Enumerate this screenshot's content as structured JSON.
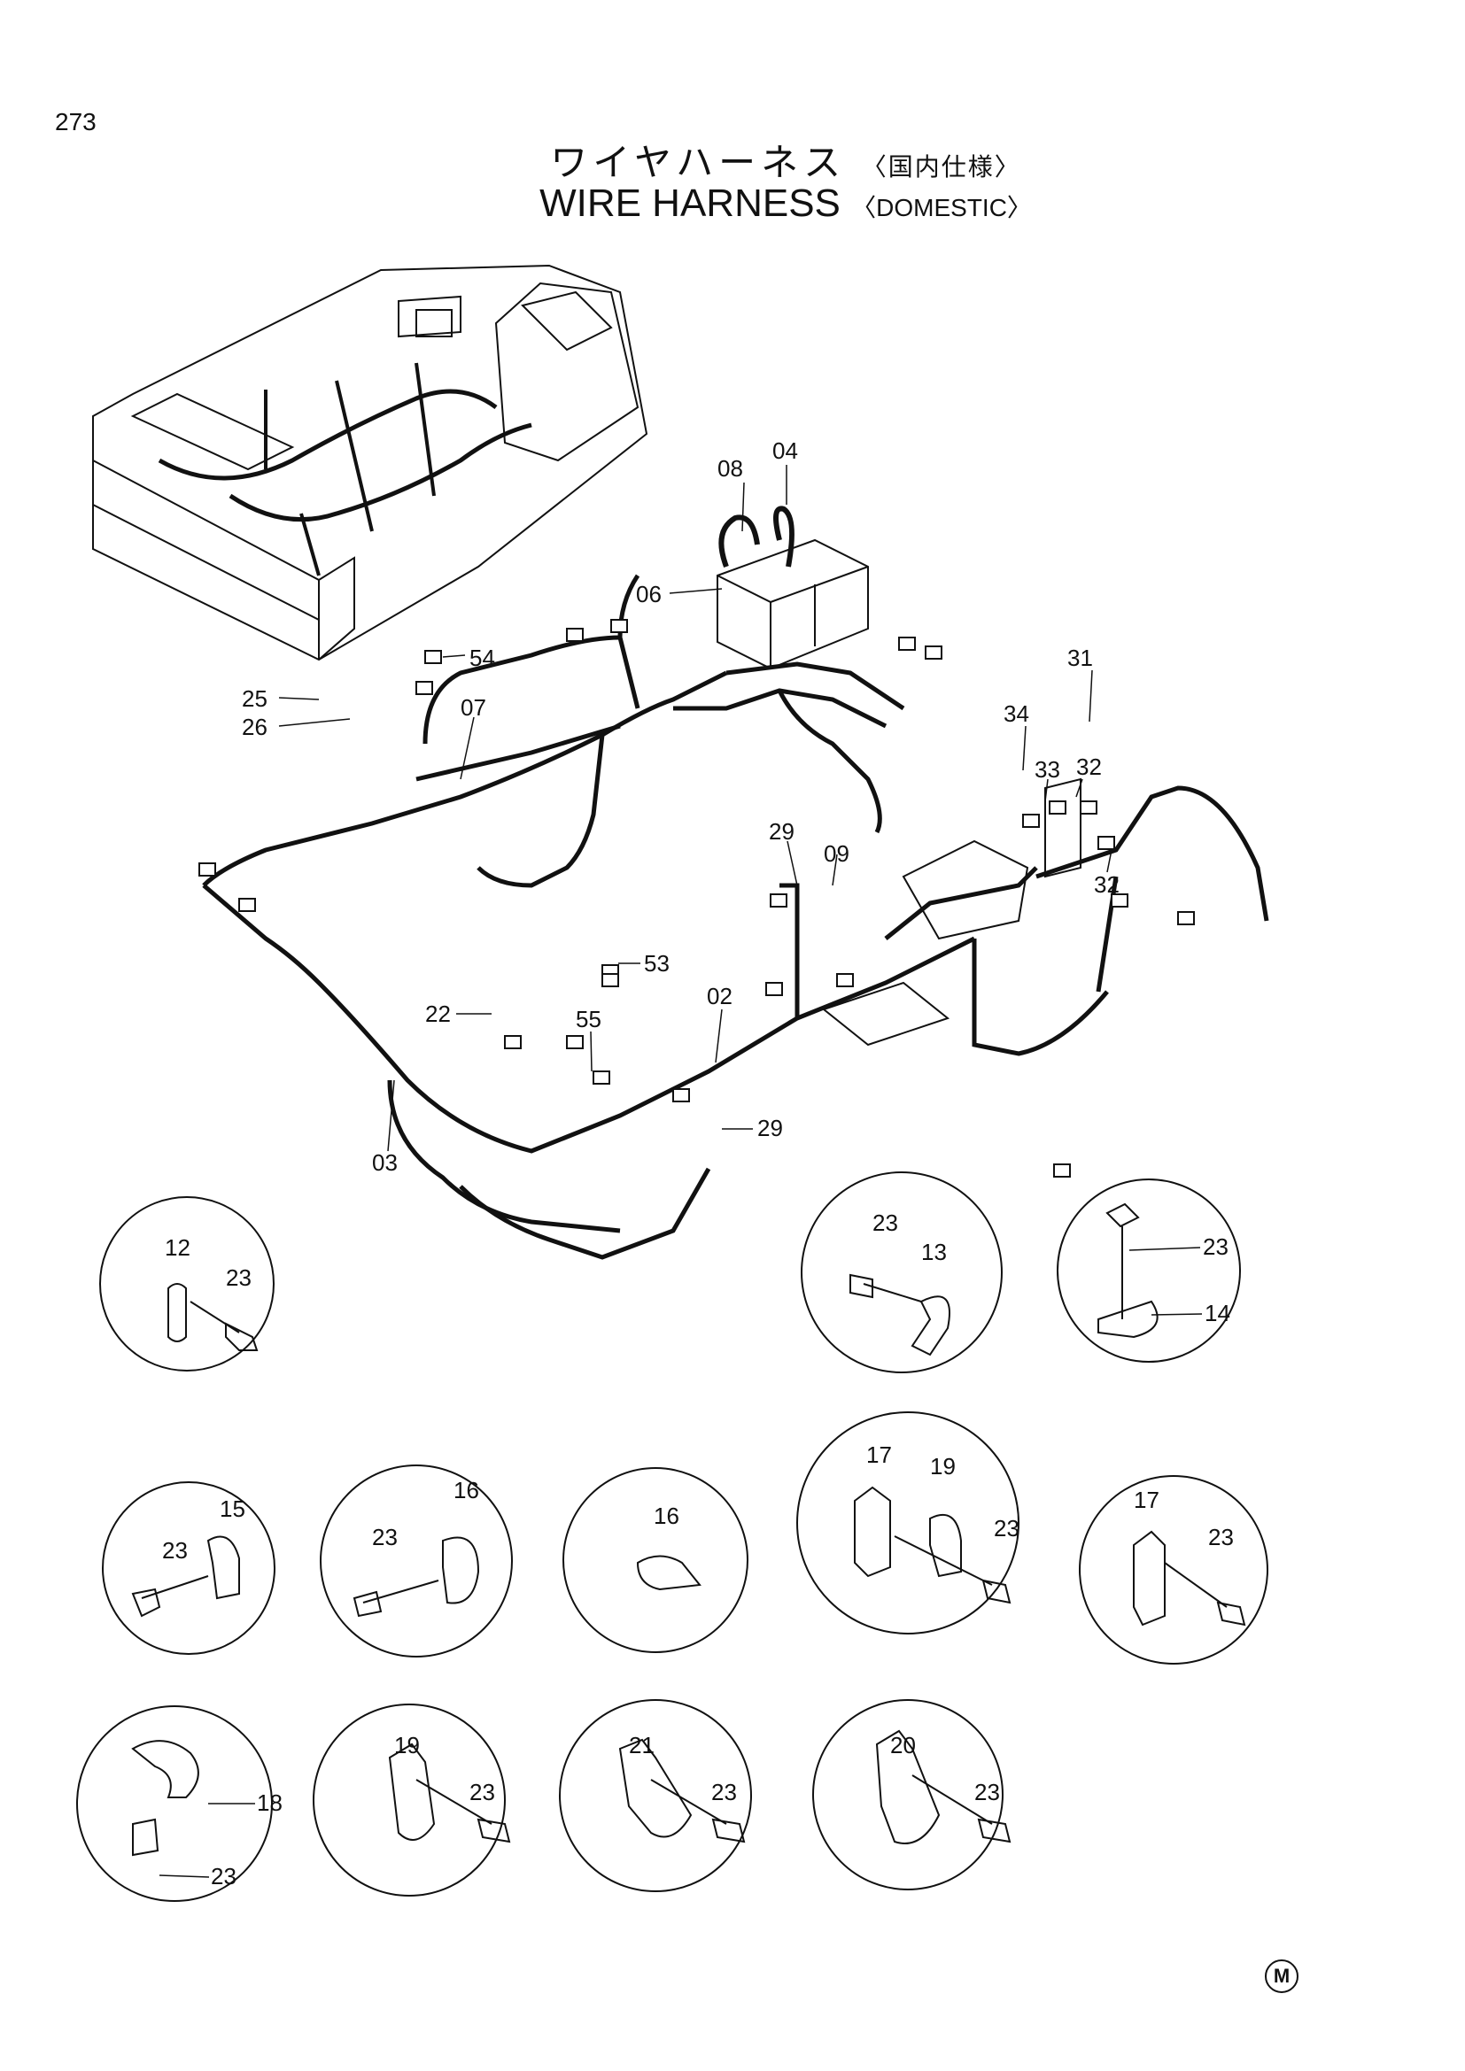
{
  "page_number": "273",
  "title_jp": "ワイヤハーネス",
  "title_jp_sub": "〈国内仕様〉",
  "title_en": "WIRE HARNESS",
  "title_en_sub": "〈DOMESTIC〉",
  "mark": "M",
  "callouts": {
    "p04": "04",
    "p08": "08",
    "p06": "06",
    "p31": "31",
    "p34": "34",
    "p33": "33",
    "p32a": "32",
    "p32b": "32",
    "p54": "54",
    "p25": "25",
    "p26": "26",
    "p07": "07",
    "p29a": "29",
    "p09": "09",
    "p53": "53",
    "p22": "22",
    "p55": "55",
    "p02": "02",
    "p29b": "29",
    "p03": "03"
  },
  "details": [
    {
      "part": "12",
      "bolt": "23"
    },
    {
      "part": "13",
      "bolt": "23"
    },
    {
      "part": "14",
      "bolt": "23"
    },
    {
      "part": "15",
      "bolt": "23"
    },
    {
      "part": "16",
      "bolt": "23"
    },
    {
      "part": "16"
    },
    {
      "part": "17",
      "part2": "19",
      "bolt": "23"
    },
    {
      "part": "17",
      "bolt": "23"
    },
    {
      "part": "18",
      "bolt": "23"
    },
    {
      "part": "19",
      "bolt": "23"
    },
    {
      "part": "21",
      "bolt": "23"
    },
    {
      "part": "20",
      "bolt": "23"
    }
  ]
}
